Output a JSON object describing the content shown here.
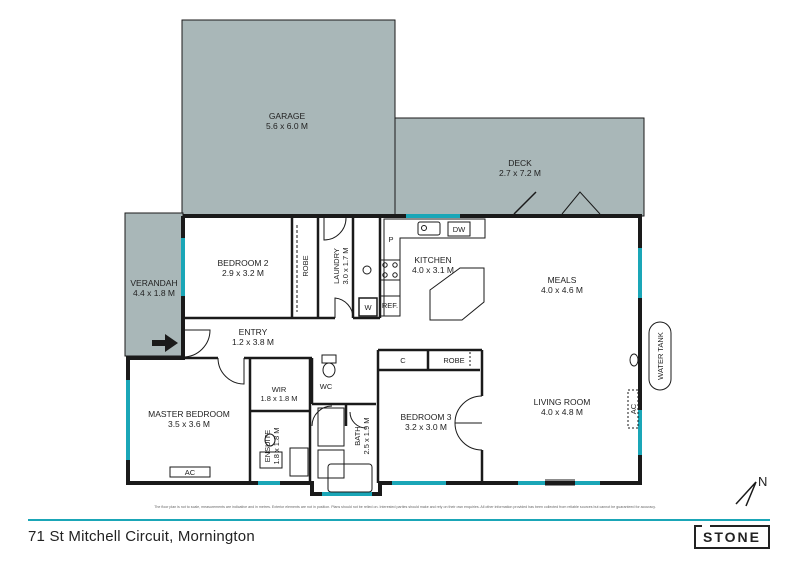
{
  "rooms": {
    "garage": {
      "name": "GARAGE",
      "dim": "5.6 x 6.0 M"
    },
    "deck": {
      "name": "DECK",
      "dim": "2.7 x 7.2 M"
    },
    "verandah": {
      "name": "VERANDAH",
      "dim": "4.4 x 1.8 M"
    },
    "bedroom2": {
      "name": "BEDROOM 2",
      "dim": "2.9 x 3.2 M"
    },
    "laundry": {
      "name": "LAUNDRY",
      "dim": "3.0 x 1.7 M"
    },
    "kitchen": {
      "name": "KITCHEN",
      "dim": "4.0 x 3.1 M"
    },
    "meals": {
      "name": "MEALS",
      "dim": "4.0 x 4.6 M"
    },
    "entry": {
      "name": "ENTRY",
      "dim": "1.2 x 3.8 M"
    },
    "master": {
      "name": "MASTER BEDROOM",
      "dim": "3.5 x 3.6 M"
    },
    "wir": {
      "name": "WIR",
      "dim": "1.8 x 1.8 M"
    },
    "ensuite": {
      "name": "ENSUITE",
      "dim": "1.8 x 1.8 M"
    },
    "bath": {
      "name": "BATH",
      "dim": "2.5 x 1.9 M"
    },
    "bedroom3": {
      "name": "BEDROOM 3",
      "dim": "3.2 x 3.0 M"
    },
    "living": {
      "name": "LIVING ROOM",
      "dim": "4.0 x 4.8 M"
    }
  },
  "fixtures": {
    "robe_bed2": "ROBE",
    "robe_bed3": "ROBE",
    "dw": "DW",
    "pantry": "P",
    "ref": "REF.",
    "washer": "W",
    "wc": "WC",
    "cupboard": "C",
    "ac_master": "AC",
    "ac_living": "AC",
    "water_tank": "WATER TANK"
  },
  "footer": {
    "disclaimer": "The floor plan is not to scale, measurements are indicative and in metres. Exterior elements are not in position. Plans should not be relied on. Interested parties should make and rely on their own enquiries. All other information provided has been collected from reliable sources but cannot be guaranteed for accuracy.",
    "address": "71 St Mitchell Circuit, Mornington",
    "logo": "STONE",
    "north": "N"
  },
  "colors": {
    "outdoor_fill": "#a9b7b8",
    "wall": "#1a1a1a",
    "window": "#1aa6b7",
    "accent": "#1aa6b7"
  }
}
